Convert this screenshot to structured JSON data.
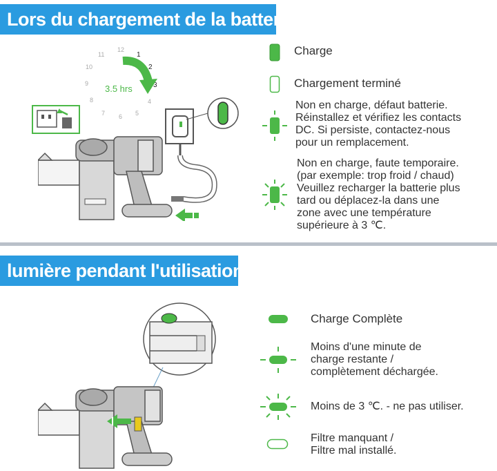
{
  "section1": {
    "title": "Lors du chargement de la batterie",
    "clock": {
      "numbers": [
        "12",
        "1",
        "2",
        "3",
        "4",
        "5",
        "6",
        "7",
        "8",
        "9",
        "10",
        "11"
      ],
      "duration_label": "3.5 hrs"
    },
    "legend": [
      {
        "icon": "solid-bar-icon",
        "text": "Charge"
      },
      {
        "icon": "outline-bar-icon",
        "text": "Chargement terminé"
      },
      {
        "icon": "flashing-bar-icon",
        "text": "Non en charge, défaut batterie.\nRéinstallez et vérifiez les contacts\nDC. Si persiste, contactez-nous\npour un remplacement."
      },
      {
        "icon": "rapid-flashing-bar-icon",
        "text": "Non en charge, faute temporaire.\n(par exemple: trop froid / chaud)\nVeuillez recharger la batterie plus\ntard ou déplacez-la dans une\nzone avec une température\nsupérieure à 3 ℃."
      }
    ]
  },
  "section2": {
    "title": "lumière pendant l'utilisation",
    "legend": [
      {
        "icon": "solid-pill-icon",
        "text": "Charge Complète"
      },
      {
        "icon": "flashing-pill-icon",
        "text": "Moins d'une minute de\ncharge restante /\ncomplètement déchargée."
      },
      {
        "icon": "rapid-flashing-pill-icon",
        "text": "Moins de 3 ℃. - ne pas utiliser."
      },
      {
        "icon": "outline-pill-icon",
        "text": "Filtre manquant /\nFiltre mal installé."
      }
    ]
  },
  "colors": {
    "banner": "#2a9be0",
    "green": "#4cb848",
    "separator": "#b9c0c9",
    "vacuum_gray": "#9a9a9a",
    "vacuum_yellow": "#e8c91e"
  }
}
